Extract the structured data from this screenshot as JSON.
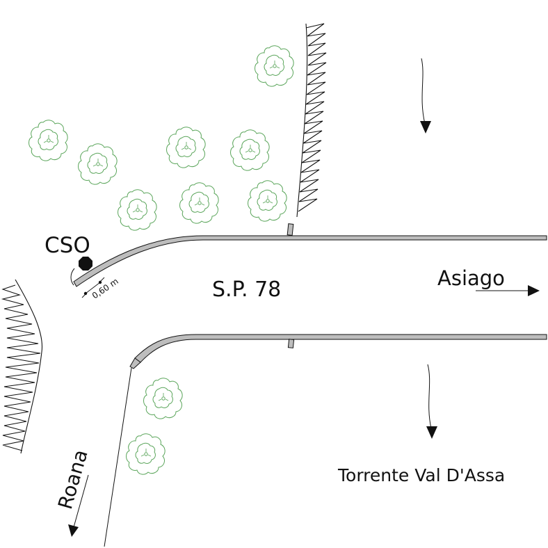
{
  "labels": {
    "cso": "CSO",
    "road": "S.P. 78",
    "asiago": "Asiago",
    "torrente": "Torrente Val D'Assa",
    "roana": "Roana",
    "dimension": "0,60 m"
  },
  "colors": {
    "line": "#111111",
    "curb_fill": "#bdbdbd",
    "tree": "#5aa55a",
    "background": "#ffffff"
  },
  "symbols": {
    "tree": "tree-icon",
    "embankment": "embankment-hatch",
    "flow_arrow": "flow-arrow-icon",
    "manhole": "manhole-icon"
  }
}
